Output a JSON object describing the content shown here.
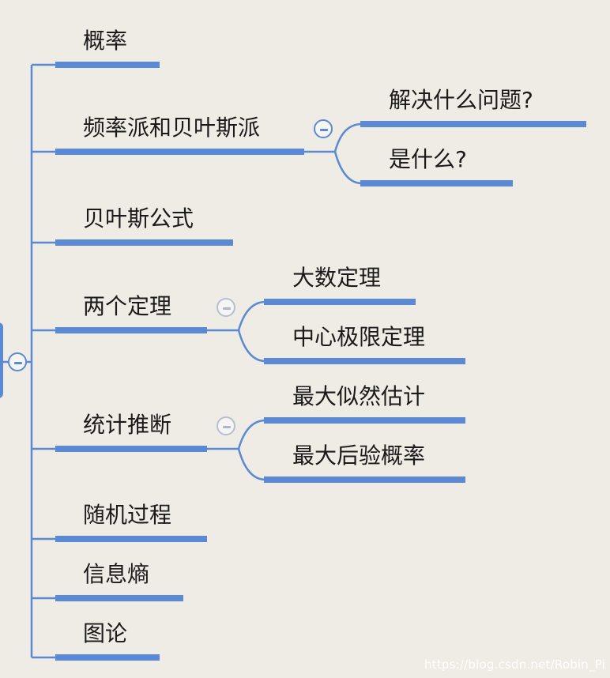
{
  "topics": [
    {
      "label": "概率"
    },
    {
      "label": "频率派和贝叶斯派",
      "children": [
        {
          "label": "解决什么问题?"
        },
        {
          "label": "是什么?"
        }
      ]
    },
    {
      "label": "贝叶斯公式"
    },
    {
      "label": "两个定理",
      "children": [
        {
          "label": "大数定理"
        },
        {
          "label": "中心极限定理"
        }
      ]
    },
    {
      "label": "统计推断",
      "children": [
        {
          "label": "最大似然估计"
        },
        {
          "label": "最大后验概率"
        }
      ]
    },
    {
      "label": "随机过程"
    },
    {
      "label": "信息熵"
    },
    {
      "label": "图论"
    }
  ],
  "watermark": "https://blog.csdn.net/Robin_Pi",
  "colors": {
    "line": "#5b8ad3",
    "background": "#efebe5",
    "collapse_grey": "#b4bfd6"
  }
}
